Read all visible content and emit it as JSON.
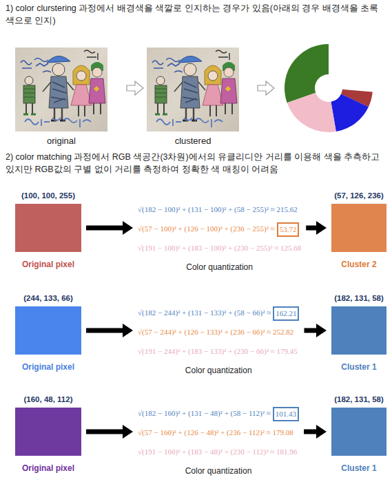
{
  "diagram": {
    "nodes": [
      {
        "text": [
          "(100, 100, 255)",
          "Original pixel"
        ]
      },
      {
        "text": [
          "√(182 − 100)² + (131 − 100)² + (58 − 255)² ≈ 215.62",
          "√(57 − 100)² + (126 − 100)² + (236 − 255)² ≈",
          "53.72",
          "√(191 − 100)² + (183 − 100)² + (230 − 255)² ≈ 125.68",
          "Color quantization"
        ]
      },
      {
        "text": [
          "(57, 126, 236)",
          "Cluster 2"
        ]
      },
      {
        "text": [
          "(244, 133, 66)",
          "Original pixel"
        ]
      },
      {
        "text": [
          "√(182 − 244)² + (131 − 133)² + (58 − 66)² ≈",
          "162.21",
          "√(57 − 244)² + (126 − 133)² + (236 − 66)² ≈ 252.82",
          "√(191 − 244)² + (183 − 133)² + (230 − 66)² ≈ 179.45",
          "Color quantization"
        ]
      },
      {
        "text": [
          "(182, 131, 58)",
          "Cluster 1"
        ]
      },
      {
        "text": [
          "(160, 48, 112)",
          "Original pixel"
        ]
      },
      {
        "text": [
          "√(182 − 160)² + (131 − 48)² + (58 − 112)² ≈",
          "101.43",
          "√(57 − 160)² + (126 − 48)² + (236 − 112)² ≈ 179.08",
          "√(191 − 160)² + (183 − 48)² + (230 − 112)² ≈ 181.96",
          "Color quantization"
        ]
      },
      {
        "text": [
          "(182, 131, 58)",
          "Cluster 1"
        ]
      }
    ],
    "edges": [
      {
        "from": 0,
        "to": 1,
        "arrow": "to"
      },
      {
        "from": 1,
        "to": 2,
        "arrow": "to"
      },
      {
        "from": 3,
        "to": 4,
        "arrow": "to"
      },
      {
        "from": 4,
        "to": 5,
        "arrow": "to"
      },
      {
        "from": 6,
        "to": 7,
        "arrow": "to"
      },
      {
        "from": 7,
        "to": 8,
        "arrow": "to"
      }
    ],
    "labels": [
      "1) color clurstering 과정에서 배경색을 색깔로 인지하는 경우가 있음(아래의 경우 배경색을 초록색으로 인지)",
      "original",
      "clustered",
      "2) color matching 과정에서 RGB 색공간(3차원)에서의 유클리디안 거리를 이용해 색을 추측하고 있지만 RGB값의 구별 없이 거리를 측정하여 정확한 색 매칭이 어려움"
    ]
  }
}
